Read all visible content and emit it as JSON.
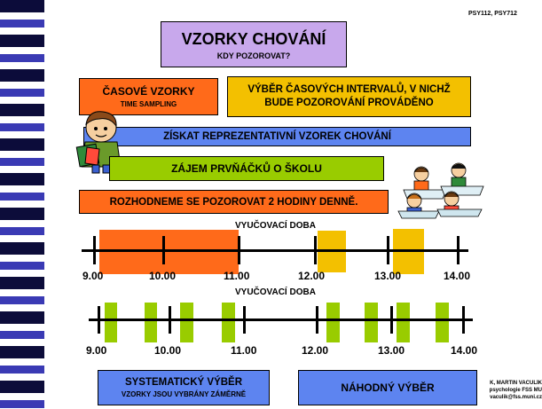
{
  "course_code": "PSY112, PSY712",
  "title": {
    "main": "VZORKY CHOVÁNÍ",
    "sub": "KDY POZOROVAT?"
  },
  "time_sampling": {
    "title": "ČASOVÉ VZORKY",
    "subtitle": "TIME SAMPLING"
  },
  "interval_selection": "VÝBĚR ČASOVÝCH INTERVALŮ, V NICHŽ BUDE POZOROVÁNÍ PROVÁDĚNO",
  "representative_sample": "ZÍSKAT REPREZENTATIVNÍ VZOREK CHOVÁNÍ",
  "interest_box": "ZÁJEM PRVŇÁČKŮ O ŠKOLU",
  "decision_box": "ROZHODNEME SE POZOROVAT 2 HODINY DENNĚ.",
  "timeline1": {
    "label": "VYUČOVACÍ DOBA",
    "ticks": [
      "9.00",
      "10.00",
      "11.00",
      "12.00",
      "13.00",
      "14.00"
    ]
  },
  "timeline2": {
    "label": "VYUČOVACÍ DOBA",
    "ticks": [
      "9.00",
      "10.00",
      "11.00",
      "12.00",
      "13.00",
      "14.00"
    ]
  },
  "systematic": {
    "title": "SYSTEMATICKÝ VÝBĚR",
    "subtitle": "VZORKY JSOU VYBRÁNY ZÁMĚRNĚ"
  },
  "random": "NÁHODNÝ VÝBĚR",
  "author": [
    "K, MARTIN VACULÍK",
    "psychologie FSS MU",
    "vaculik@fss.muni.cz"
  ],
  "colors": {
    "title_bg": "#c8a8ec",
    "orange": "#ff6a1a",
    "yellow": "#f3c000",
    "blue": "#5d84f0",
    "green": "#99cc00",
    "binding_dark": "#0c0c3a",
    "binding_mid": "#3a3ab4"
  }
}
